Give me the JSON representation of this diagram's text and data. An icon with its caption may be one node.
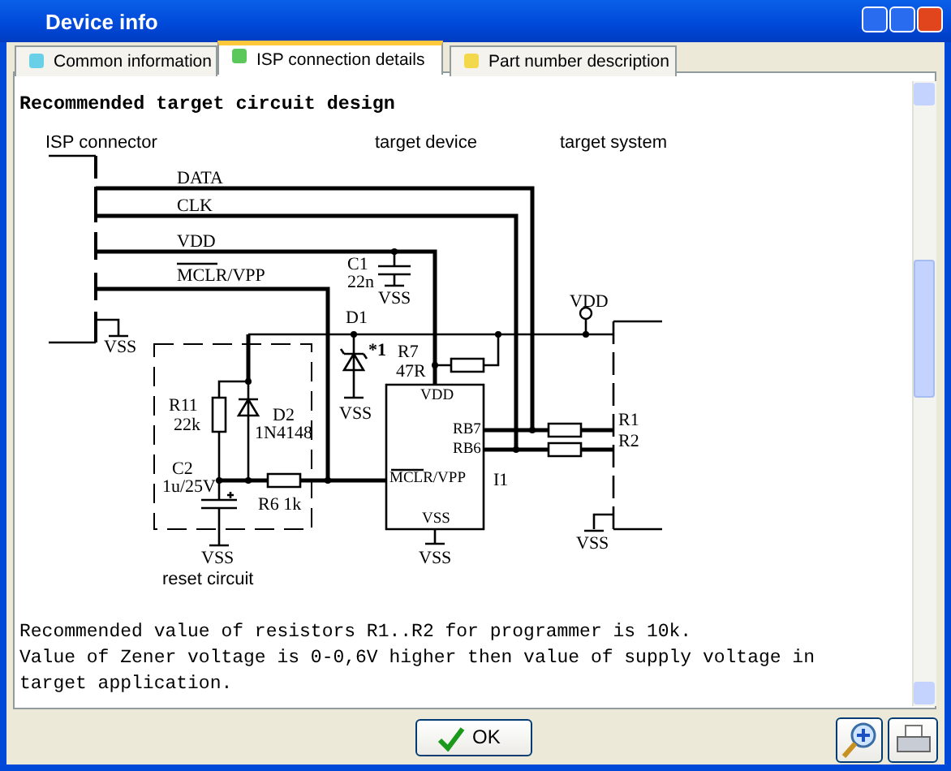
{
  "diagram": {
    "title": "Recommended target circuit design",
    "labels": [
      "Device info",
      "Common information",
      "ISP connection details",
      "Part number description",
      "ISP connector",
      "target device",
      "target system",
      "DATA",
      "CLK",
      "VDD",
      "MCLR/VPP",
      "C1",
      "22n",
      "VSS",
      "D1",
      "VDD",
      "VSS",
      "*1",
      "R7",
      "47R",
      "R11",
      "22k",
      "D2",
      "1N4148",
      "VSS",
      "VDD",
      "RB7",
      "RB6",
      "R1",
      "R2",
      "C2",
      "1u/25V",
      "MCLR/VPP",
      "I1",
      "R6 1k",
      "VSS",
      "VSS",
      "VSS",
      "VSS",
      "reset circuit",
      "Recommended value of resistors R1..R2 for programmer is 10k.",
      "Value of Zener voltage is 0-0,6V higher then value of supply voltage in target application.",
      "OK"
    ]
  }
}
